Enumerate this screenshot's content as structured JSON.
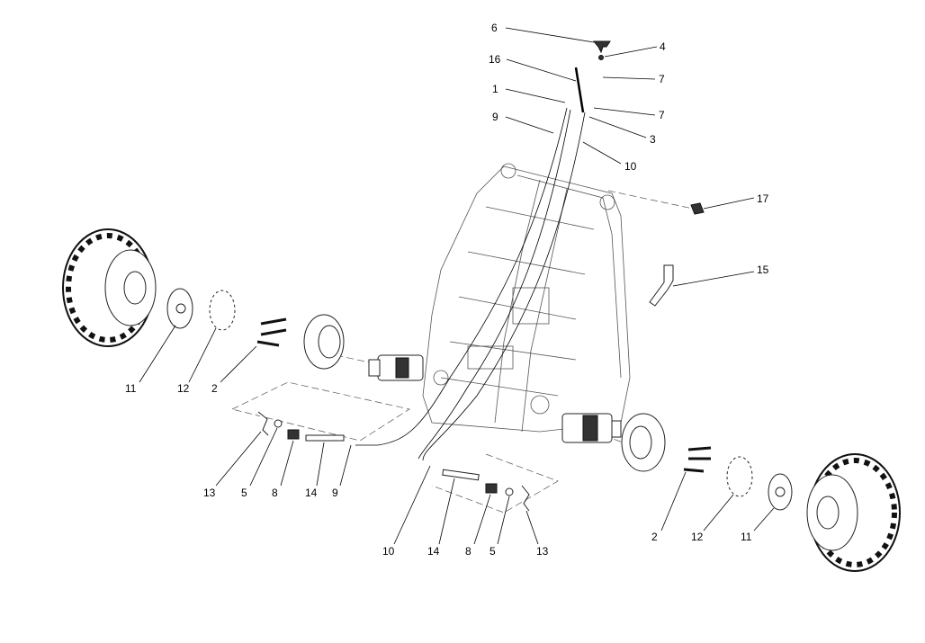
{
  "diagram": {
    "type": "exploded-parts-diagram",
    "callouts": [
      "6",
      "4",
      "16",
      "7",
      "1",
      "7",
      "9",
      "3",
      "10",
      "17",
      "15",
      "11",
      "12",
      "2",
      "13",
      "5",
      "8",
      "14",
      "9",
      "10",
      "14",
      "8",
      "5",
      "13",
      "2",
      "12",
      "11"
    ]
  }
}
